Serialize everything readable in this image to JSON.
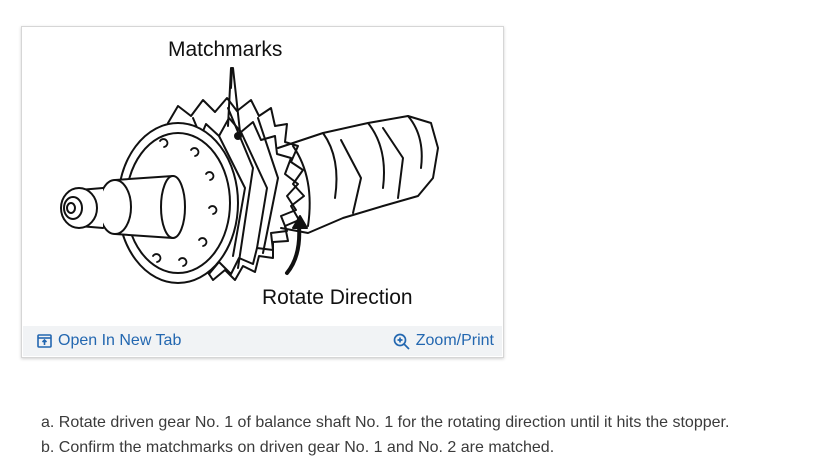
{
  "figure": {
    "labels": {
      "matchmarks": "Matchmarks",
      "rotate_direction": "Rotate Direction"
    },
    "footer": {
      "open_tab_label": "Open In New Tab",
      "open_tab_icon": "open-in-new-tab-icon",
      "zoom_label": "Zoom/Print",
      "zoom_icon": "magnifier-plus-icon",
      "link_color": "#2367b0"
    }
  },
  "steps": [
    "a. Rotate driven gear No. 1 of balance shaft No. 1 for the rotating direction until it hits the stopper.",
    "b. Confirm the matchmarks on driven gear No. 1 and No. 2 are matched."
  ]
}
